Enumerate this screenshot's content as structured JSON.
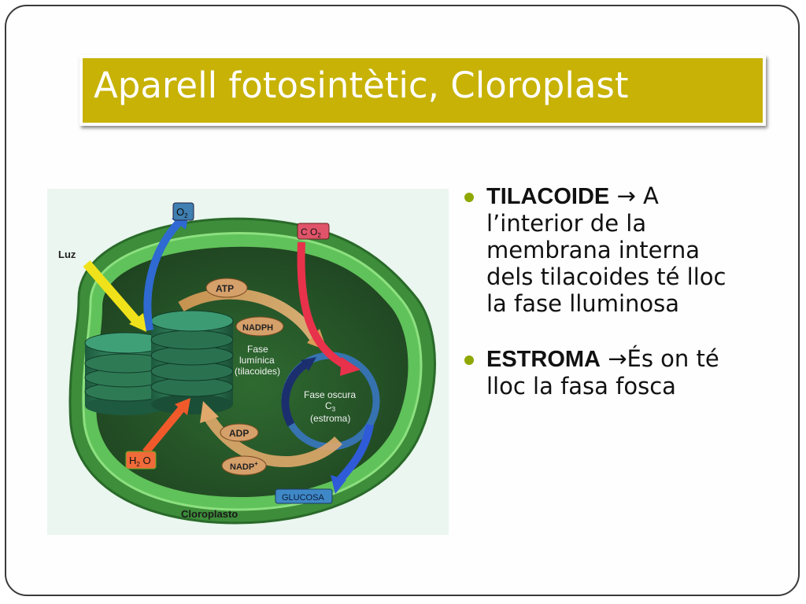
{
  "slide": {
    "title": "Aparell fotosintètic, Cloroplast"
  },
  "bullets": [
    {
      "term": "TILACOIDE",
      "arrow": "→",
      "text": " A l’interior de la membrana interna dels tilacoides té lloc la fase lluminosa"
    },
    {
      "term": "ESTROMA",
      "arrow": "→",
      "text": "És on té lloc  la fasa fosca"
    }
  ],
  "diagram": {
    "luz": "Luz",
    "o2": "O",
    "o2_sub": "2",
    "co2": "C O",
    "co2_sub": "2",
    "atp": "ATP",
    "nadph": "NADPH",
    "fase_luminica_1": "Fase",
    "fase_luminica_2": "lumínica",
    "fase_luminica_3": "(tilacoides)",
    "fase_oscura_1": "Fase oscura",
    "fase_oscura_2": "C",
    "fase_oscura_2_sub": "3",
    "fase_oscura_3": "(estroma)",
    "adp": "ADP",
    "nadp": "NADP",
    "nadp_sup": "+",
    "h2o_h": "H",
    "h2o_sub": "2",
    "h2o_o": " O",
    "glucosa": "GLUCOSA",
    "cloroplasto": "Cloroplasto"
  },
  "colors": {
    "title_bg": "#c7b205",
    "bullet": "#8fa800",
    "chloroplast_outer": "#3f8f3a",
    "chloroplast_inner": "#2c5a2c"
  }
}
